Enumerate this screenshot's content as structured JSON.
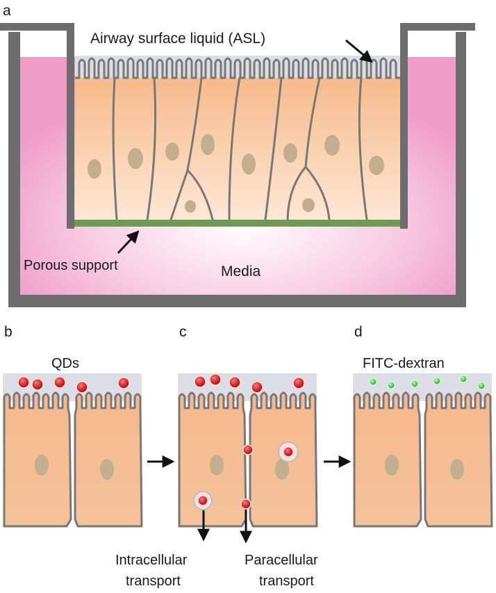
{
  "panels": {
    "a": {
      "letter": "a",
      "asl_label": "Airway surface liquid (ASL)",
      "porous_label": "Porous support",
      "media_label": "Media"
    },
    "b": {
      "letter": "b",
      "particle_label": "QDs"
    },
    "c": {
      "letter": "c",
      "intracellular_line1": "Intracellular",
      "intracellular_line2": "transport",
      "paracellular_line1": "Paracellular",
      "paracellular_line2": "transport"
    },
    "d": {
      "letter": "d",
      "particle_label": "FITC-dextran"
    }
  },
  "colors": {
    "wall": "#6d6d6d",
    "media_pink": "#ef9cc6",
    "asl": "#dddde6",
    "cell_top": "#f6b98a",
    "cell_bottom": "#fde6d2",
    "cell_outline": "#777777",
    "nucleus": "#c2ae8e",
    "porous_support": "#6f9a55",
    "qd_red": "#cc2a2a",
    "fitc_green": "#55cc55",
    "arrow": "#111111"
  }
}
